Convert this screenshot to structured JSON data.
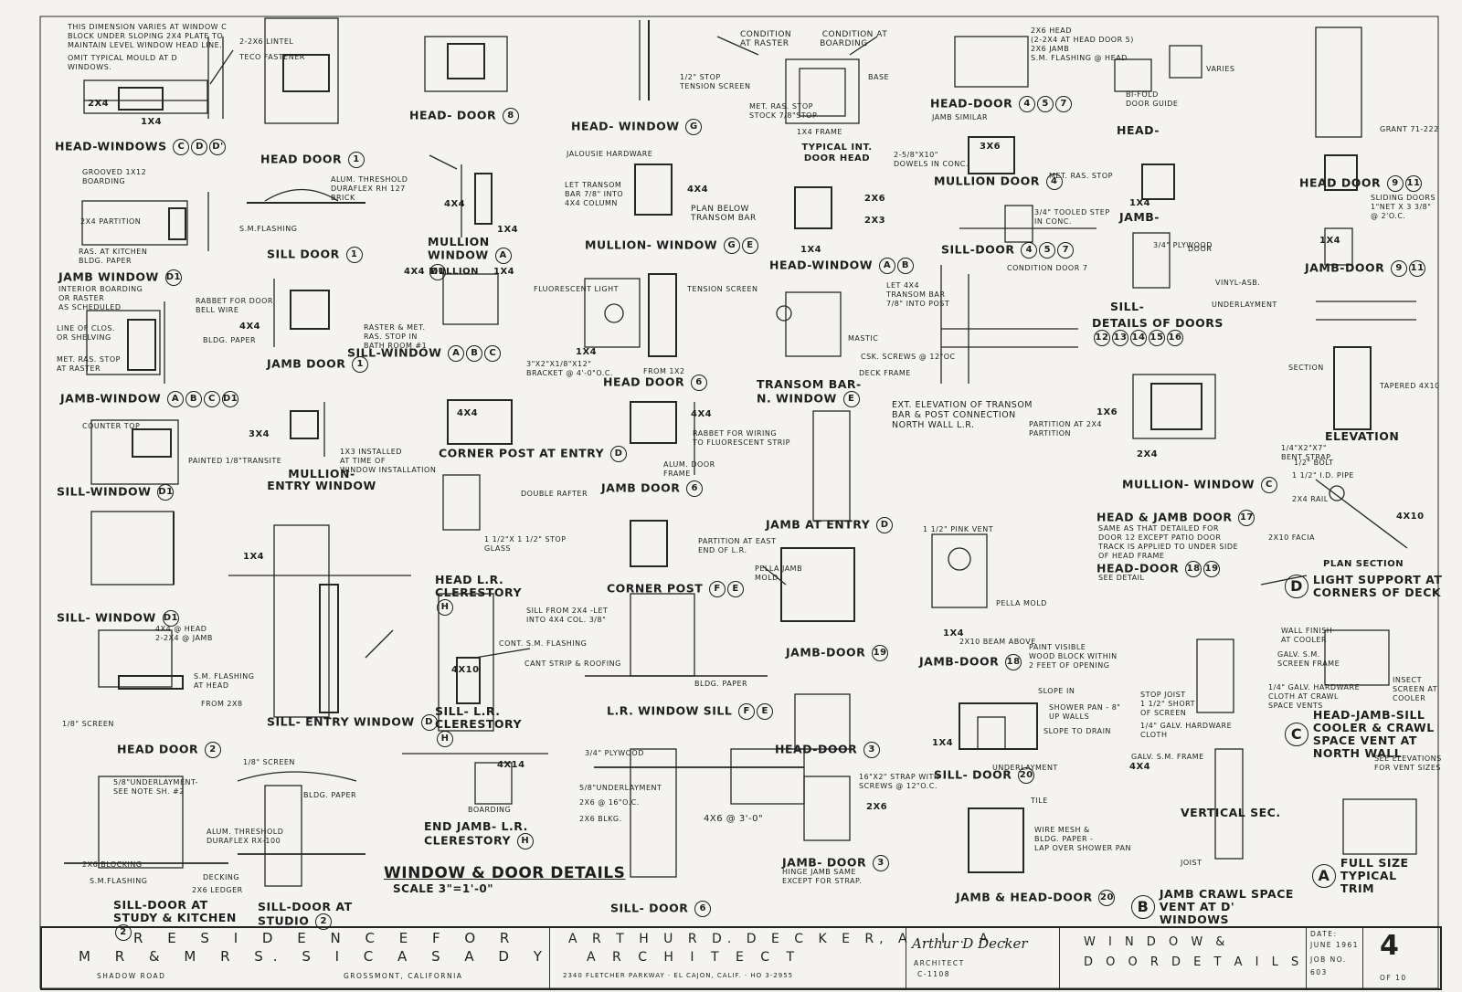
{
  "sheet": {
    "title": "WINDOW & DOOR DETAILS",
    "scale": "SCALE 3\"=1'-0\""
  },
  "titles": {
    "head_windows": "HEAD-WINDOWS",
    "head_windows_refs": [
      "C",
      "D",
      "D'"
    ],
    "head_door_1": "HEAD DOOR",
    "head_door_1_ref": "1",
    "head_door_8": "HEAD- DOOR",
    "head_door_8_ref": "8",
    "head_window_g": "HEAD- WINDOW",
    "head_window_g_ref": "G",
    "head_door_457": "HEAD-DOOR",
    "head_door_457_refs": [
      "4",
      "5",
      "7"
    ],
    "head": "HEAD-",
    "head_door_911": "HEAD DOOR",
    "head_door_911_refs": [
      "9",
      "11"
    ],
    "typical_int_door_head": "TYPICAL INT. DOOR HEAD",
    "mullion_door_4": "MULLION DOOR",
    "mullion_door_4_ref": "4",
    "jamb_window_d1": "JAMB WINDOW",
    "jamb_window_d1_ref": "D1",
    "sill_door_1": "SILL DOOR",
    "sill_door_1_ref": "1",
    "mullion_window_ad1": "MULLION WINDOW",
    "mullion_window_ad1_refs": [
      "A",
      "D1"
    ],
    "mullion_window_ge": "MULLION- WINDOW",
    "mullion_window_ge_refs": [
      "G",
      "E"
    ],
    "head_window_ab": "HEAD-WINDOW",
    "head_window_ab_refs": [
      "A",
      "B"
    ],
    "sill_door_457": "SILL-DOOR",
    "sill_door_457_refs": [
      "4",
      "5",
      "7"
    ],
    "jamb": "JAMB-",
    "jamb_door_911": "JAMB-DOOR",
    "jamb_door_911_refs": [
      "9",
      "11"
    ],
    "jamb_door_1": "JAMB DOOR",
    "jamb_door_1_ref": "1",
    "sill_window_abc": "SILL-WINDOW",
    "sill_window_abc_refs": [
      "A",
      "B",
      "C"
    ],
    "head_door_6": "HEAD DOOR",
    "head_door_6_ref": "6",
    "transom_bar": "TRANSOM BAR- N. WINDOW",
    "transom_bar_ref": "E",
    "sill": "SILL-",
    "details_of_doors": "DETAILS OF DOORS",
    "details_of_doors_refs": [
      "12",
      "13",
      "14",
      "15",
      "16"
    ],
    "jamb_window_abcd1": "JAMB-WINDOW",
    "jamb_window_abcd1_refs": [
      "A",
      "B",
      "C",
      "D1"
    ],
    "corner_post_entry": "CORNER POST AT ENTRY",
    "corner_post_entry_ref": "D",
    "elevation": "ELEVATION",
    "sill_window_d1": "SILL-WINDOW",
    "sill_window_d1_ref": "D1",
    "mullion_entry": "MULLION- ENTRY WINDOW",
    "jamb_door_6": "JAMB DOOR",
    "jamb_door_6_ref": "6",
    "jamb_at_entry": "JAMB AT ENTRY",
    "jamb_at_entry_ref": "D",
    "mullion_window_c": "MULLION- WINDOW",
    "mullion_window_c_ref": "C",
    "head_jamb_door_17": "HEAD & JAMB DOOR",
    "head_jamb_door_17_ref": "17",
    "head_door_1819": "HEAD-DOOR",
    "head_door_1819_refs": [
      "18",
      "19"
    ],
    "plan_section": "PLAN SECTION",
    "light_support": "LIGHT SUPPORT AT CORNERS OF DECK",
    "light_support_ref": "D",
    "head_lr_clerestory": "HEAD L.R. CLERESTORY",
    "head_lr_clerestory_ref": "H",
    "corner_post_fe": "CORNER POST",
    "corner_post_fe_refs": [
      "F",
      "E"
    ],
    "sill_window_d1b": "SILL- WINDOW",
    "sill_window_d1b_ref": "D1",
    "jamb_door_19": "JAMB-DOOR",
    "jamb_door_19_ref": "19",
    "jamb_door_18": "JAMB-DOOR",
    "jamb_door_18_ref": "18",
    "sill_entry_window": "SILL- ENTRY WINDOW",
    "sill_entry_window_ref": "D",
    "sill_lr_clerestory": "SILL- L.R. CLERESTORY",
    "sill_lr_clerestory_ref": "H",
    "lr_window_sill": "L.R. WINDOW SILL",
    "lr_window_sill_refs": [
      "F",
      "E"
    ],
    "head_door_2": "HEAD DOOR",
    "head_door_2_ref": "2",
    "head_door_3": "HEAD-DOOR",
    "head_door_3_ref": "3",
    "sill_door_20": "SILL- DOOR",
    "sill_door_20_ref": "20",
    "cooler_crawl": "HEAD-JAMB-SILL COOLER & CRAWL SPACE VENT AT NORTH WALL",
    "cooler_crawl_ref": "C",
    "end_jamb_lr": "END JAMB- L.R. CLERESTORY",
    "end_jamb_lr_ref": "H",
    "vertical_sec": "VERTICAL SEC.",
    "jamb_door_3": "JAMB- DOOR",
    "jamb_door_3_ref": "3",
    "sill_door_2_study": "SILL-DOOR AT STUDY & KITCHEN",
    "sill_door_2_study_ref": "2",
    "sill_door_2_studio": "SILL-DOOR AT STUDIO",
    "sill_door_2_studio_ref": "2",
    "sill_door_6": "SILL- DOOR",
    "sill_door_6_ref": "6",
    "jamb_head_door_20": "JAMB & HEAD-DOOR",
    "jamb_head_door_20_ref": "20",
    "crawl_space_vent": "JAMB CRAWL SPACE VENT AT D' WINDOWS",
    "crawl_space_vent_ref": "B",
    "full_size_trim": "FULL SIZE TYPICAL TRIM",
    "full_size_trim_ref": "A"
  },
  "notes": {
    "n_dim_varies": "THIS DIMENSION VARIES AT WINDOW C\nBLOCK UNDER SLOPING 2X4 PLATE TO\nMAINTAIN LEVEL WINDOW HEAD LINE.",
    "n_omit": "OMIT TYPICAL MOULD AT D\nWINDOWS.",
    "n_lintel": "2-2X6 LINTEL",
    "n_teco": "TECO FASTENER",
    "n_condition": "CONDITION          CONDITION AT\nAT RASTER          BOARDING",
    "n_base": "BASE",
    "n_met_ras_stop": "MET. RAS. STOP\nSTOCK 7/8\"STOP",
    "n_1x4_frame": "1X4 FRAME",
    "n_stop_tension": "1/2\" STOP\nTENSION SCREEN",
    "n_head_2x6": "2X6 HEAD\n(2-2X4 AT HEAD DOOR 5)\n2X6 JAMB",
    "n_sm_flashing_head": "S.M. FLASHING @ HEAD",
    "n_jamb_similar": "JAMB SIMILAR",
    "n_varies": "VARIES",
    "n_bifold": "BI-FOLD\nDOOR GUIDE",
    "n_grant": "GRANT 71-222",
    "n_grooved": "GROOVED 1X12\nBOARDING",
    "n_2x4_partition": "2X4 PARTITION",
    "n_ras_kitchen": "RAS. AT KITCHEN\nBLDG. PAPER",
    "n_alum_threshold": "ALUM. THRESHOLD\nDURAFLEX RH 127\nBRICK",
    "n_sm_flashing": "S.M.FLASHING",
    "n_jalousie": "JALOUSIE HARDWARE",
    "n_let_transom": "LET TRANSOM\nBAR 7/8\" INTO\n4X4 COLUMN",
    "n_plan_below": "PLAN BELOW\nTRANSOM BAR",
    "n_dowels": "2-5/8\"X10\"\nDOWELS IN CONC.",
    "n_met_ras_stop2": "MET. RAS. STOP",
    "n_tooled_step": "3/4\" TOOLED STEP\nIN CONC.",
    "n_sliding_doors": "SLIDING DOORS\n1\"NET X 3 3/8\"\n@ 2'O.C.",
    "n_plywood": "3/4\" PLYWOOD",
    "n_door": "DOOR",
    "n_vinyl": "VINYL-ASB.",
    "n_underlayment": "UNDERLAYMENT",
    "n_condition_door7": "CONDITION DOOR 7",
    "n_let_transom_post": "LET 4X4\nTRANSOM BAR\n7/8\" INTO POST",
    "n_interior_boarding": "INTERIOR BOARDING\nOR RASTER\nAS SCHEDULED",
    "n_line_of_clos": "LINE OF CLOS.\nOR SHELVING",
    "n_met_ras_stop_raster": "MET. RAS. STOP\nAT RASTER",
    "n_rabbet_bell": "RABBET FOR DOOR\nBELL WIRE",
    "n_bldg_paper": "BLDG. PAPER",
    "n_raster": "RASTER & MET.\nRAS. STOP IN\nBATH ROOM #1",
    "n_fluorescent": "FLUORESCENT LIGHT",
    "n_tension_screen": "TENSION SCREEN",
    "n_bracket": "3\"X2\"X1/8\"X12\"\nBRACKET @ 4'-0\"O.C.",
    "n_from_1x2": "FROM 1X2",
    "n_mastic": "MASTIC",
    "n_csk_screws": "CSK. SCREWS @ 12\"OC",
    "n_deck_frame": "DECK FRAME",
    "n_ext_elev": "EXT. ELEVATION OF TRANSOM\nBAR & POST CONNECTION\nNORTH WALL L.R.",
    "n_section": "SECTION",
    "n_tapered": "TAPERED 4X10",
    "n_bent_strap": "1/4\"X2\"X7\"\nBENT STRAP",
    "n_partition_2x4": "PARTITION AT 2X4\nPARTITION",
    "n_counter_top": "COUNTER TOP",
    "n_painted": "PAINTED 1/8\"TRANSITE",
    "n_1x3_installed": "1X3 INSTALLED\nAT TIME OF\nWINDOW INSTALLATION",
    "n_rabbet_wiring": "RABBET FOR WIRING\nTO FLUORESCENT STRIP",
    "n_alum_door_frame": "ALUM. DOOR\nFRAME",
    "n_same_as": "SAME AS THAT DETAILED FOR\nDOOR 12 EXCEPT PATIO DOOR\nTRACK IS APPLIED TO UNDER SIDE\nOF HEAD FRAME",
    "n_see_detail": "SEE DETAIL",
    "n_bolt": "1/2\" BOLT",
    "n_pipe": "1 1/2\" I.D. PIPE",
    "n_rail": "2X4 RAIL",
    "n_facia": "2X10 FACIA",
    "n_double_rafter": "DOUBLE RAFTER",
    "n_stop_glass": "1 1/2\"X 1 1/2\" STOP\nGLASS",
    "n_partition_east": "PARTITION AT EAST\nEND OF L.R.",
    "n_pella": "PELLA JAMB\nMOLD",
    "n_sill_from": "SILL FROM 2X4 -LET\nINTO 4X4 COL. 3/8\"",
    "n_cont_flashing": "CONT. S.M. FLASHING",
    "n_cant_strip": "CANT STRIP & ROOFING",
    "n_bldg_paper2": "BLDG. PAPER",
    "n_4x4_head": "4X4 @ HEAD\n2-2X4 @ JAMB",
    "n_sm_flashing_at_head": "S.M. FLASHING\nAT HEAD",
    "n_from_2x8": "FROM 2X8",
    "n_screen": "1/8\" SCREEN",
    "n_paint_visible": "PAINT VISIBLE\nWOOD BLOCK WITHIN\n2 FEET OF OPENING",
    "n_2x10_beam": "2X10 BEAM ABOVE",
    "n_wall_finish": "WALL FINISH\nAT COOLER",
    "n_galv_screen": "GALV. S.M.\nSCREEN FRAME",
    "n_insect": "INSECT\nSCREEN AT\nCOOLER",
    "n_galv_hardware_cloth": "1/4\" GALV. HARDWARE\nCLOTH AT CRAWL\nSPACE VENTS",
    "n_see_elev": "SEE ELEVATIONS\nFOR VENT SIZES",
    "n_slope_in": "SLOPE IN",
    "n_shower_pan": "SHOWER PAN - 8\"\nUP WALLS",
    "n_slope_drain": "SLOPE TO DRAIN",
    "n_stop_joist": "STOP JOIST\n1 1/2\" SHORT\nOF SCREEN",
    "n_galv_hardware": "1/4\" GALV. HARDWARE\nCLOTH",
    "n_galv_frame": "GALV. S.M. FRAME",
    "n_underlayment2": "UNDERLAYMENT",
    "n_plywood2": "3/4\" PLYWOOD",
    "n_5_8_underlayment": "5/8\"UNDERLAYMENT",
    "n_2x6_16oc": "2X6 @ 16\"O.C.",
    "n_2x6_blkg": "2X6 BLKG.",
    "n_4x6_3oc": "4X6 @ 3'-0\"",
    "n_strap": "16\"X2\" STRAP WITH\nSCREWS @ 12\"O.C.",
    "n_boarding": "BOARDING",
    "n_tile": "TILE",
    "n_wire_mesh": "WIRE MESH &\nBLDG. PAPER -\nLAP OVER SHOWER PAN",
    "n_joist": "JOIST",
    "n_hinge": "HINGE JAMB SAME\nEXCEPT FOR STRAP.",
    "n_5_8_underlay_see": "5/8\"UNDERLAYMENT-\nSEE NOTE SH. #2",
    "n_alum_threshold2": "ALUM. THRESHOLD\nDURAFLEX RX-100",
    "n_2x6_blocking": "2X6 BLOCKING",
    "n_sm_flashing2": "S.M.FLASHING",
    "n_decking": "DECKING",
    "n_2x6_ledger": "2X6 LEDGER",
    "n_1_8_screen": "1/8\" SCREEN",
    "n_bldg_paper3": "BLDG. PAPER",
    "n_1_1_2_pink_vent": "1 1/2\" PINK VENT",
    "n_pella_mold": "PELLA MOLD"
  },
  "refs": {
    "r_2x4": "2X4",
    "r_1x4": "1X4",
    "r_4x4": "4X4",
    "r_1x4b": "1X4",
    "r_4x4b": "4X4",
    "r_2x6": "2X6",
    "r_2x3": "2X3",
    "r_1x4c": "1X4",
    "r_3x6": "3X6",
    "r_1x4d": "1X4",
    "r_2x4b": "2X4",
    "r_1x4e": "1X4",
    "r_1x6": "1X6",
    "r_4x4_mullion": "4X4 MULLION",
    "r_1x4f": "1X4",
    "r_1x4g": "1X4",
    "r_4x4c": "4X4",
    "r_3x4": "3X4",
    "r_4x4d": "4X4",
    "r_4x4e": "4X4",
    "r_1x4h": "1X4",
    "r_4x10": "4X10",
    "r_4x14": "4X14",
    "r_2x6b": "2X6",
    "r_4x4f": "4X4",
    "r_4x10b": "4X10",
    "r_1x4i": "1X4",
    "r_1x4j": "1X4"
  },
  "titleblock": {
    "residence_for": "R E S I D E N C E   F O R",
    "client": "M R  &  M R S.  S I   C A S A D Y",
    "road": "SHADOW ROAD",
    "city": "GROSSMONT, CALIFORNIA",
    "architect_name": "A R T H U R  D.  D E C K E R,  A . I . A .",
    "architect_word": "A R C H I T E C T",
    "address": "2340 FLETCHER PARKWAY · EL CAJON, CALIF. · HO 3-2955",
    "signature": "Arthur D Decker",
    "sig_title": "ARCHITECT",
    "license": "C-1108",
    "sheet_title_1": "W I N D O W   &",
    "sheet_title_2": "D O O R   D E T A I L S",
    "date_label": "DATE:",
    "date_value": "JUNE 1961",
    "job_label": "JOB NO.",
    "job_value": "603",
    "of_label": "OF 10",
    "sheet_number": "4"
  }
}
